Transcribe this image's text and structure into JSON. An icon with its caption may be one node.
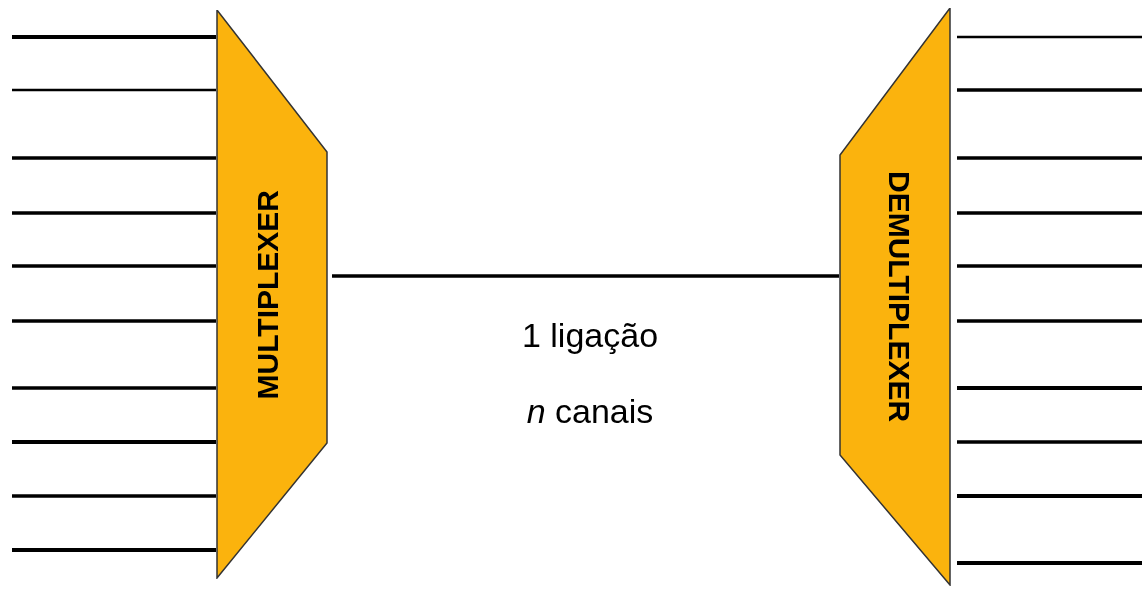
{
  "diagram": {
    "nodes": [
      {
        "text": [
          "MULTIPLEXER"
        ]
      },
      {
        "text": [
          "DEMULTIPLEXER"
        ]
      }
    ],
    "edges": [
      {
        "from": null,
        "to": 0,
        "arrow": "none"
      },
      {
        "from": null,
        "to": 0,
        "arrow": "none"
      },
      {
        "from": null,
        "to": 0,
        "arrow": "none"
      },
      {
        "from": null,
        "to": 0,
        "arrow": "none"
      },
      {
        "from": null,
        "to": 0,
        "arrow": "none"
      },
      {
        "from": null,
        "to": 0,
        "arrow": "none"
      },
      {
        "from": null,
        "to": 0,
        "arrow": "none"
      },
      {
        "from": null,
        "to": 0,
        "arrow": "none"
      },
      {
        "from": null,
        "to": 0,
        "arrow": "none"
      },
      {
        "from": null,
        "to": 0,
        "arrow": "none"
      },
      {
        "from": 0,
        "to": 1,
        "arrow": "none"
      },
      {
        "from": 1,
        "to": null,
        "arrow": "none"
      },
      {
        "from": 1,
        "to": null,
        "arrow": "none"
      },
      {
        "from": 1,
        "to": null,
        "arrow": "none"
      },
      {
        "from": 1,
        "to": null,
        "arrow": "none"
      },
      {
        "from": 1,
        "to": null,
        "arrow": "none"
      },
      {
        "from": 1,
        "to": null,
        "arrow": "none"
      },
      {
        "from": 1,
        "to": null,
        "arrow": "none"
      },
      {
        "from": 1,
        "to": null,
        "arrow": "none"
      },
      {
        "from": 1,
        "to": null,
        "arrow": "none"
      },
      {
        "from": 1,
        "to": null,
        "arrow": "none"
      }
    ],
    "labels": [
      "1 ligação",
      "*n* canais"
    ]
  }
}
